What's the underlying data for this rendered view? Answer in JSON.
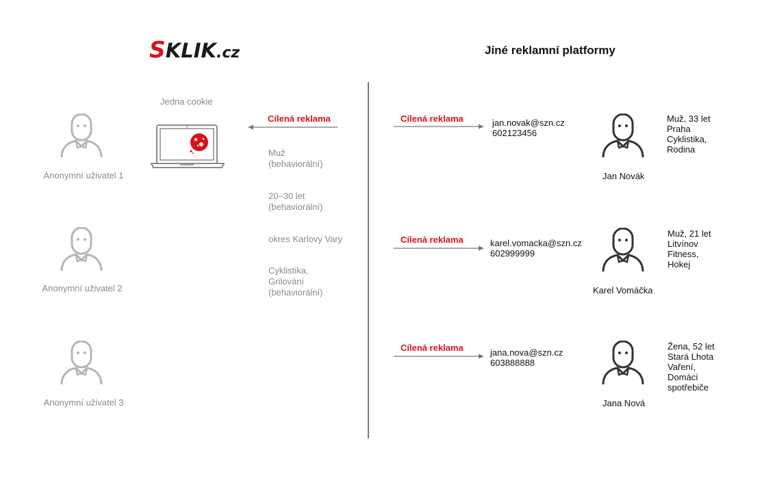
{
  "logo": {
    "s": "S",
    "rest": "KLIK",
    "domain": ".cz"
  },
  "right_title": "Jiné reklamní platformy",
  "cookie_label": "Jedna cookie",
  "colors": {
    "accent": "#d7141a",
    "gray": "#8a8a8a",
    "dark": "#333333"
  },
  "anon_users": [
    {
      "label": "Anonymní uživatel 1"
    },
    {
      "label": "Anonymní uživatel 2"
    },
    {
      "label": "Anonymní uživatel 3"
    }
  ],
  "left_ad_label": "Cílená reklama",
  "attributes": [
    {
      "line1": "Muž",
      "line2": "(behaviorální)",
      "line3": ""
    },
    {
      "line1": "20–30 let",
      "line2": "(behaviorální)",
      "line3": ""
    },
    {
      "line1": "okres Karlovy Vary",
      "line2": "",
      "line3": ""
    },
    {
      "line1": "Cyklistika,",
      "line2": "Grilování",
      "line3": "(behaviorální)"
    }
  ],
  "people": [
    {
      "ad_label": "Cílená reklama",
      "email": "jan.novak@szn.cz",
      "phone": "602123456",
      "name": "Jan Novák",
      "info": [
        "Muž, 33 let",
        "Praha",
        "Cyklistika,",
        "Rodina"
      ]
    },
    {
      "ad_label": "Cílená reklama",
      "email": "karel.vomacka@szn.cz",
      "phone": "602999999",
      "name": "Karel Vomáčka",
      "info": [
        "Muž, 21 let",
        "Litvínov",
        "Fitness,",
        "Hokej"
      ]
    },
    {
      "ad_label": "Cílená reklama",
      "email": "jana.nova@szn.cz",
      "phone": "603888888",
      "name": "Jana Nová",
      "info": [
        "Žena, 52 let",
        "Stará Lhota",
        "Vaření,",
        "Domácí",
        "spotřebiče"
      ]
    }
  ]
}
